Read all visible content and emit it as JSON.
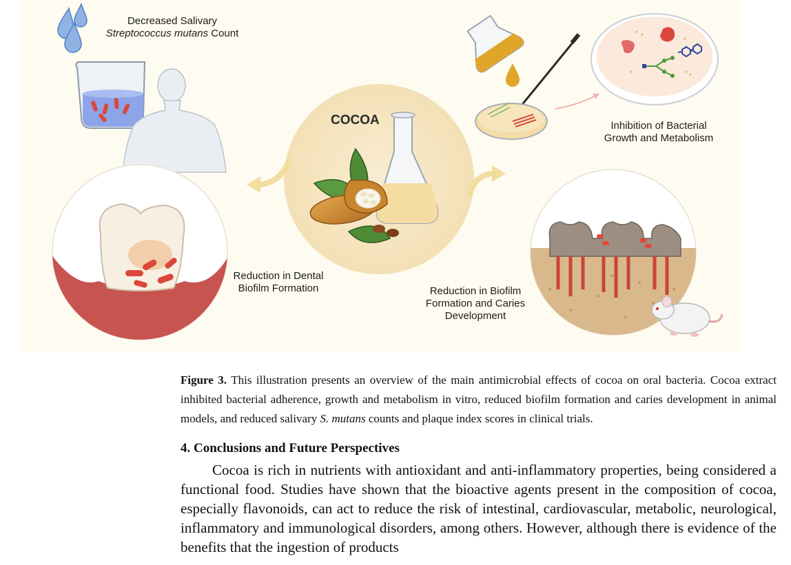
{
  "figure": {
    "center_label": "COCOA",
    "label_top_left_line1": "Decreased Salivary",
    "label_top_left_species": "Streptococcus mutans",
    "label_top_left_tail": " Count",
    "label_top_right_line1": "Inhibition of Bacterial",
    "label_top_right_line2": "Growth and Metabolism",
    "label_bottom_left_line1": "Reduction in Dental",
    "label_bottom_left_line2": "Biofilm Formation",
    "label_bottom_right_line1": "Reduction in Biofilm",
    "label_bottom_right_line2": "Formation and Caries",
    "label_bottom_right_line3": "Development",
    "colors": {
      "background": "#fefbf0",
      "center_circle": "#f7e7c6",
      "gum": "#c85450",
      "bacteria": "#d9483b",
      "cocoa_pod": "#c9852c",
      "arrow": "#f1dd9e"
    }
  },
  "caption": {
    "figure_label": "Figure 3.",
    "text_before_species": " This illustration presents an overview of the main antimicrobial effects of cocoa on oral bacteria. Cocoa extract inhibited bacterial adherence, growth and metabolism in vitro, reduced biofilm formation and caries development in animal models, and reduced salivary ",
    "species": "S. mutans",
    "text_after_species": " counts and plaque index scores in clinical trials."
  },
  "section": {
    "heading": "4. Conclusions and Future Perspectives",
    "paragraph": "Cocoa is rich in nutrients with antioxidant and anti-inflammatory properties, being considered a functional food. Studies have shown that the bioactive agents present in the composition of cocoa, especially flavonoids, can act to reduce the risk of intestinal, cardiovascular, metabolic, neurological, inflammatory and immunological disorders, among others. However, although there is evidence of the benefits that the ingestion of products"
  }
}
